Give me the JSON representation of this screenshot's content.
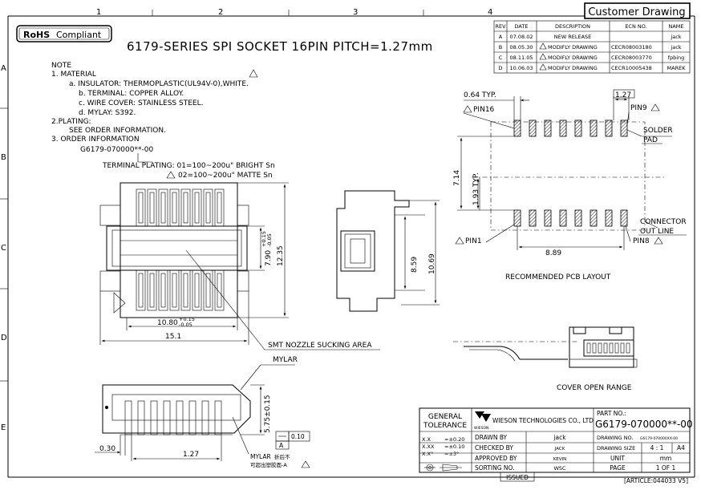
{
  "header": {
    "badge": "Customer Drawing",
    "rohs_bold": "RoHS",
    "rohs_text": "Compliant",
    "title": "6179-SERIES SPI SOCKET 16PIN PITCH=1.27mm"
  },
  "grid": {
    "cols": [
      "1",
      "2",
      "3",
      "4"
    ],
    "rows": [
      "A",
      "B",
      "C",
      "D",
      "E"
    ]
  },
  "revisions": {
    "headers": [
      "REV",
      "DATE",
      "DESCRIPTION",
      "ECN NO.",
      "NAME"
    ],
    "rows": [
      {
        "rev": "A",
        "date": "07.08.02",
        "desc": "NEW RELEASE",
        "ecn": "",
        "name": "jack"
      },
      {
        "rev": "B",
        "date": "08.05.30",
        "desc": "MODIFLY DRAWING",
        "ecn": "CECR08003180",
        "name": "jack"
      },
      {
        "rev": "C",
        "date": "08.11.05",
        "desc": "MODIFLY DRAWING",
        "ecn": "CECR08003770",
        "name": "fpbing"
      },
      {
        "rev": "D",
        "date": "10.06.03",
        "desc": "MODIFLY DRAWING",
        "ecn": "CECR10005438",
        "name": "MAREK"
      }
    ]
  },
  "notes": {
    "lines": [
      "NOTE",
      "1. MATERIAL",
      "a. INSULATOR: THERMOPLASTIC(UL94V-0),WHITE.",
      "b. TERMINAL: COPPER ALLOY.",
      "c. WIRE COVER: STAINLESS STEEL.",
      "d. MYLAY: S392.",
      "2.PLATING:",
      "SEE ORDER INFORMATION.",
      "3. ORDER INFORMATION",
      "G6179-070000**-00",
      "TERMINAL PLATING: 01=100~200u\" BRIGHT Sn",
      "02=100~200u\" MATTE Sn"
    ]
  },
  "dims": {
    "d_10_80": "10.80",
    "tol_10_80_up": "+0.15",
    "tol_10_80_dn": "-0.05",
    "d_15_1": "15.1",
    "d_7_90": "7.90",
    "tol_7_90_up": "+0.15",
    "tol_7_90_dn": "-0.05",
    "d_12_35": "12.35",
    "d_8_59": "8.59",
    "d_10_69": "10.69",
    "d_0_64": "0.64 TYP.",
    "d_1_27_box": "1.27",
    "d_7_14": "7.14",
    "d_1_93": "1.93 TYP.",
    "d_8_89": "8.89",
    "d_5_75": "5.75±0.15",
    "d_0_30": "0.30",
    "d_1_27": "1.27",
    "flat": "0.10"
  },
  "labels": {
    "pin16": "PIN16",
    "pin9": "PIN9",
    "pin1": "PIN1",
    "pin8": "PIN8",
    "solder1": "SOLDER",
    "solder2": "PAD",
    "conn1": "CONNECTOR",
    "conn2": "OUT LINE",
    "pcb_layout": "RECOMMENDED PCB LAYOUT",
    "smt": "SMT NOZZLE SUCKING AREA",
    "mylar": "MYLAR",
    "mylar2": "MYLAR",
    "mylar_cn1": "折后不",
    "mylar_cn2": "可超出塑胶面-A",
    "cover_open": "COVER OPEN RANGE"
  },
  "titleblock": {
    "tol_title1": "GENERAL",
    "tol_title2": "TOLERANCE",
    "tol_rows": [
      {
        "k": "X.X",
        "v": "=±0.20"
      },
      {
        "k": "X.XX",
        "v": "=±0.10"
      },
      {
        "k": "X.X°",
        "v": "=±3°"
      }
    ],
    "company": "WIESON TECHNOLOGIES CO., LTD",
    "logo_text": "WIESON",
    "part_no_label": "PART NO.:",
    "part_no": "G6179-070000**-00",
    "drawn_by_label": "DRAWN BY",
    "drawn_by": "jack",
    "checked_by_label": "CHECKED BY",
    "checked_by": "JACK",
    "approved_by_label": "APPROVED BY",
    "approved_by": "KEVIN",
    "sorting_label": "SORTING NO.",
    "sorting": "WSC",
    "drawing_no_label": "DRAWING NO.",
    "drawing_no": "G6179-070000XX-00",
    "size_label": "DRAWING SIZE",
    "scale": "4 : 1",
    "size": "A4",
    "unit_label": "UNIT",
    "unit": "mm",
    "page_label": "PAGE",
    "page": "1 OF 1",
    "issued": "ISSUED",
    "article": "[ARTICLE:044033 V5]"
  }
}
